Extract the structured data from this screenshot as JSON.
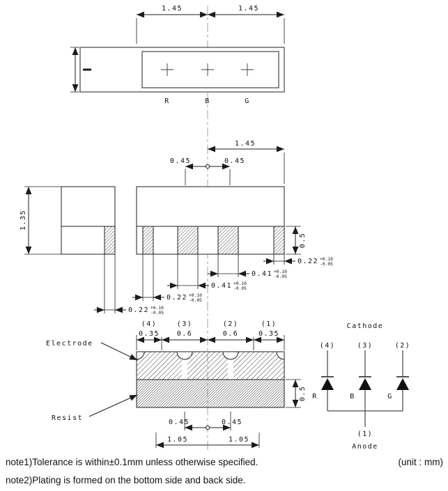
{
  "drawing": {
    "top_view": {
      "dim_half_left": "1.45",
      "dim_half_right": "1.45",
      "led_r": "R",
      "led_b": "B",
      "led_g": "G"
    },
    "back_view": {
      "dim_half_width": "1.45",
      "dim_offset_left": "0.45",
      "dim_offset_right": "0.45",
      "dim_height": "1.35",
      "dim_terminal_depth": "0.5",
      "pad_dims": [
        {
          "value": "0.22",
          "tol_plus": "+0.10",
          "tol_minus": "-0.05"
        },
        {
          "value": "0.41",
          "tol_plus": "+0.10",
          "tol_minus": "-0.05"
        },
        {
          "value": "0.41",
          "tol_plus": "+0.10",
          "tol_minus": "-0.05"
        },
        {
          "value": "0.22",
          "tol_plus": "+0.10",
          "tol_minus": "-0.05"
        },
        {
          "value": "0.22",
          "tol_plus": "+0.10",
          "tol_minus": "-0.05"
        }
      ]
    },
    "cross_section": {
      "terminals": [
        {
          "no": "(4)",
          "width": "0.35"
        },
        {
          "no": "(3)",
          "width": "0.6"
        },
        {
          "no": "(2)",
          "width": "0.6"
        },
        {
          "no": "(1)",
          "width": "0.35"
        }
      ],
      "label_electrode": "Electrode",
      "label_resist": "Resist",
      "dim_resist_depth": "0.5",
      "dim_inner_left": "0.45",
      "dim_inner_right": "0.45",
      "dim_outer_left": "1.05",
      "dim_outer_right": "1.05"
    },
    "circuit": {
      "cathode_label": "Cathode",
      "anode_label": "Anode",
      "cathode_terminals": [
        "(4)",
        "(3)",
        "(2)"
      ],
      "channels": [
        "R",
        "B",
        "G"
      ],
      "anode_terminal": "(1)"
    },
    "notes": {
      "note1": "note1)Tolerance is within±0.1mm unless otherwise specified.",
      "unit": "(unit : mm)",
      "note2": "note2)Plating is formed on the bottom side and back side."
    }
  }
}
